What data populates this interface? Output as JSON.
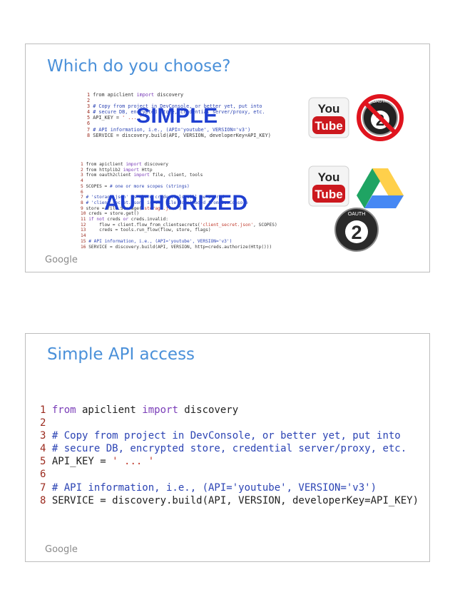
{
  "slides": [
    {
      "title": "Which do you choose?",
      "brand": "Google",
      "overlay_simple": "SIMPLE",
      "overlay_authorized": "AUTHORIZED",
      "code_simple": [
        [
          {
            "c": "ln",
            "t": "1 "
          },
          {
            "t": "from apiclient "
          },
          {
            "c": "kw",
            "t": "import"
          },
          {
            "t": " discovery"
          }
        ],
        [
          {
            "c": "ln",
            "t": "2"
          }
        ],
        [
          {
            "c": "ln",
            "t": "3 "
          },
          {
            "c": "cm",
            "t": "# Copy from project in DevConsole, or better yet, put into"
          }
        ],
        [
          {
            "c": "ln",
            "t": "4 "
          },
          {
            "c": "cm",
            "t": "# secure DB, encrypted store, credential server/proxy, etc."
          }
        ],
        [
          {
            "c": "ln",
            "t": "5 "
          },
          {
            "t": "API_KEY = "
          },
          {
            "c": "st",
            "t": "' ... '"
          }
        ],
        [
          {
            "c": "ln",
            "t": "6"
          }
        ],
        [
          {
            "c": "ln",
            "t": "7 "
          },
          {
            "c": "cm",
            "t": "# API information, i.e., (API='youtube', VERSION='v3')"
          }
        ],
        [
          {
            "c": "ln",
            "t": "8 "
          },
          {
            "t": "SERVICE = discovery.build(API, VERSION, developerKey=API_KEY)"
          }
        ]
      ],
      "code_authorized": [
        [
          {
            "c": "ln",
            "t": "1 "
          },
          {
            "t": "from apiclient "
          },
          {
            "c": "kw",
            "t": "import"
          },
          {
            "t": " discovery"
          }
        ],
        [
          {
            "c": "ln",
            "t": "2 "
          },
          {
            "t": "from httplib2 "
          },
          {
            "c": "kw",
            "t": "import"
          },
          {
            "t": " Http"
          }
        ],
        [
          {
            "c": "ln",
            "t": "3 "
          },
          {
            "t": "from oauth2client "
          },
          {
            "c": "kw",
            "t": "import"
          },
          {
            "t": " file, client, tools"
          }
        ],
        [
          {
            "c": "ln",
            "t": "4"
          }
        ],
        [
          {
            "c": "ln",
            "t": "5 "
          },
          {
            "t": "SCOPES = "
          },
          {
            "c": "cm",
            "t": "# one or more scopes (strings)"
          }
        ],
        [
          {
            "c": "ln",
            "t": "6"
          }
        ],
        [
          {
            "c": "ln",
            "t": "7 "
          },
          {
            "c": "cm",
            "t": "# 'storage.json' is where credentials will be stored"
          }
        ],
        [
          {
            "c": "ln",
            "t": "8 "
          },
          {
            "c": "cm",
            "t": "# 'client_secret.json' is the file downloaded from DevConsole"
          }
        ],
        [
          {
            "c": "ln",
            "t": "9 "
          },
          {
            "t": "store = file.Storage("
          },
          {
            "c": "st",
            "t": "'storage.json'"
          },
          {
            "t": ")"
          }
        ],
        [
          {
            "c": "ln",
            "t": "10 "
          },
          {
            "t": "creds = store.get()"
          }
        ],
        [
          {
            "c": "ln",
            "t": "11 "
          },
          {
            "c": "kw",
            "t": "if not"
          },
          {
            "t": " creds "
          },
          {
            "c": "kw",
            "t": "or"
          },
          {
            "t": " creds.invalid:"
          }
        ],
        [
          {
            "c": "ln",
            "t": "12 "
          },
          {
            "t": "    flow = client.flow_from_clientsecrets("
          },
          {
            "c": "st",
            "t": "'client_secret.json'"
          },
          {
            "t": ", SCOPES)"
          }
        ],
        [
          {
            "c": "ln",
            "t": "13 "
          },
          {
            "t": "    creds = tools.run_flow(flow, store, flags)"
          }
        ],
        [
          {
            "c": "ln",
            "t": "14"
          }
        ],
        [
          {
            "c": "ln",
            "t": "15 "
          },
          {
            "c": "cm",
            "t": "# API information, i.e., (API='youtube', VERSION='v3')"
          }
        ],
        [
          {
            "c": "ln",
            "t": "16 "
          },
          {
            "t": "SERVICE = discovery.build(API, VERSION, http=creds.authorize(Http()))"
          }
        ]
      ],
      "icons": {
        "youtube_top": [
          "You",
          "Tube"
        ],
        "youtube_bottom": [
          "You",
          "Tube"
        ],
        "oauth_label": "OAUTH",
        "oauth_number": "2",
        "colors": {
          "youtube_red": "#cc181e",
          "no_red": "#e0141e",
          "drive_green": "#1fa463",
          "drive_yellow": "#ffd04b",
          "drive_blue": "#4688f4"
        }
      }
    },
    {
      "title": "Simple API access",
      "brand": "Google",
      "code": [
        [
          {
            "c": "ln",
            "t": "1 "
          },
          {
            "c": "kw",
            "t": "from"
          },
          {
            "t": " apiclient "
          },
          {
            "c": "kw",
            "t": "import"
          },
          {
            "t": " discovery"
          }
        ],
        [
          {
            "c": "ln",
            "t": "2"
          }
        ],
        [
          {
            "c": "ln",
            "t": "3 "
          },
          {
            "c": "cm",
            "t": "# Copy from project in DevConsole, or better yet, put into"
          }
        ],
        [
          {
            "c": "ln",
            "t": "4 "
          },
          {
            "c": "cm",
            "t": "# secure DB, encrypted store, credential server/proxy, etc."
          }
        ],
        [
          {
            "c": "ln",
            "t": "5 "
          },
          {
            "t": "API_KEY = "
          },
          {
            "c": "st",
            "t": "' ... '"
          }
        ],
        [
          {
            "c": "ln",
            "t": "6"
          }
        ],
        [
          {
            "c": "ln",
            "t": "7 "
          },
          {
            "c": "cm",
            "t": "# API information, i.e., (API='youtube', VERSION='v3')"
          }
        ],
        [
          {
            "c": "ln",
            "t": "8 "
          },
          {
            "t": "SERVICE = discovery.build(API, VERSION, developerKey=API_KEY)"
          }
        ]
      ]
    }
  ]
}
